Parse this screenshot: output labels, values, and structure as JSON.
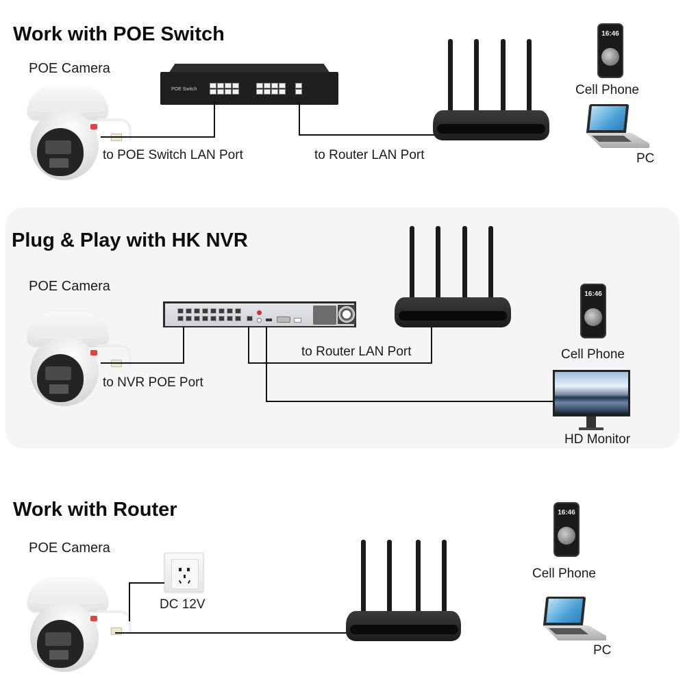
{
  "sections": [
    {
      "title": "Work with POE Switch",
      "camera_label": "POE Camera",
      "switch_label": "POE Switch",
      "link_labels": [
        "to POE Switch LAN Port",
        "to Router LAN Port"
      ],
      "devices": {
        "phone_label": "Cell Phone",
        "phone_time": "16:46",
        "pc_label": "PC"
      }
    },
    {
      "title": "Plug & Play with HK NVR",
      "camera_label": "POE Camera",
      "link_labels": [
        "to NVR POE Port",
        "to Router LAN Port"
      ],
      "devices": {
        "phone_label": "Cell Phone",
        "phone_time": "16:46",
        "monitor_label": "HD Monitor"
      }
    },
    {
      "title": "Work with Router",
      "camera_label": "POE Camera",
      "power_label": "DC 12V",
      "devices": {
        "phone_label": "Cell Phone",
        "phone_time": "16:46",
        "pc_label": "PC"
      }
    }
  ],
  "colors": {
    "panel_bg": "#f5f5f5",
    "line": "#111111",
    "text": "#111111"
  }
}
